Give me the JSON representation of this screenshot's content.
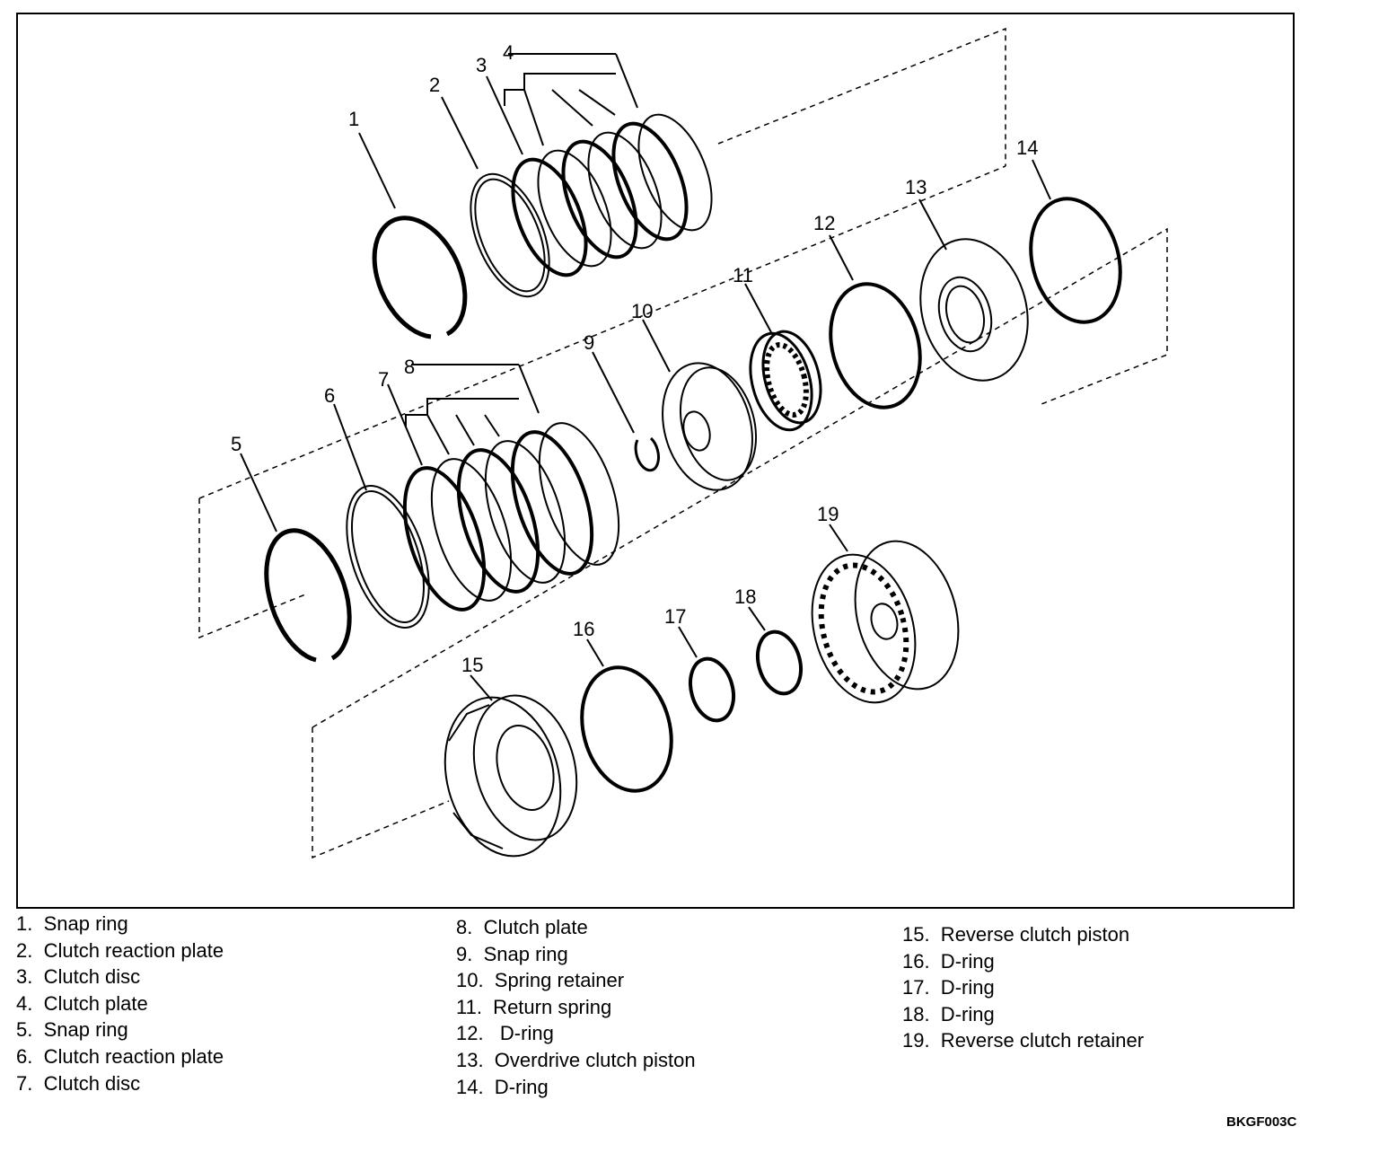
{
  "callouts": [
    "1",
    "2",
    "3",
    "4",
    "5",
    "6",
    "7",
    "8",
    "9",
    "10",
    "11",
    "12",
    "13",
    "14",
    "15",
    "16",
    "17",
    "18",
    "19"
  ],
  "legend": {
    "column1": [
      "1.  Snap ring",
      "2.  Clutch reaction plate",
      "3.  Clutch disc",
      "4.  Clutch plate",
      "5.  Snap ring",
      "6.  Clutch reaction plate",
      "7.  Clutch disc"
    ],
    "column2": [
      "8.  Clutch plate",
      "9.  Snap ring",
      "10.  Spring retainer",
      "11.  Return spring",
      "12.   D-ring",
      "13.  Overdrive clutch piston",
      "14.  D-ring"
    ],
    "column3": [
      "15.  Reverse clutch piston",
      "16.  D-ring",
      "17.  D-ring",
      "18.  D-ring",
      "19.  Reverse clutch retainer"
    ]
  },
  "figure_code": "BKGF003C"
}
